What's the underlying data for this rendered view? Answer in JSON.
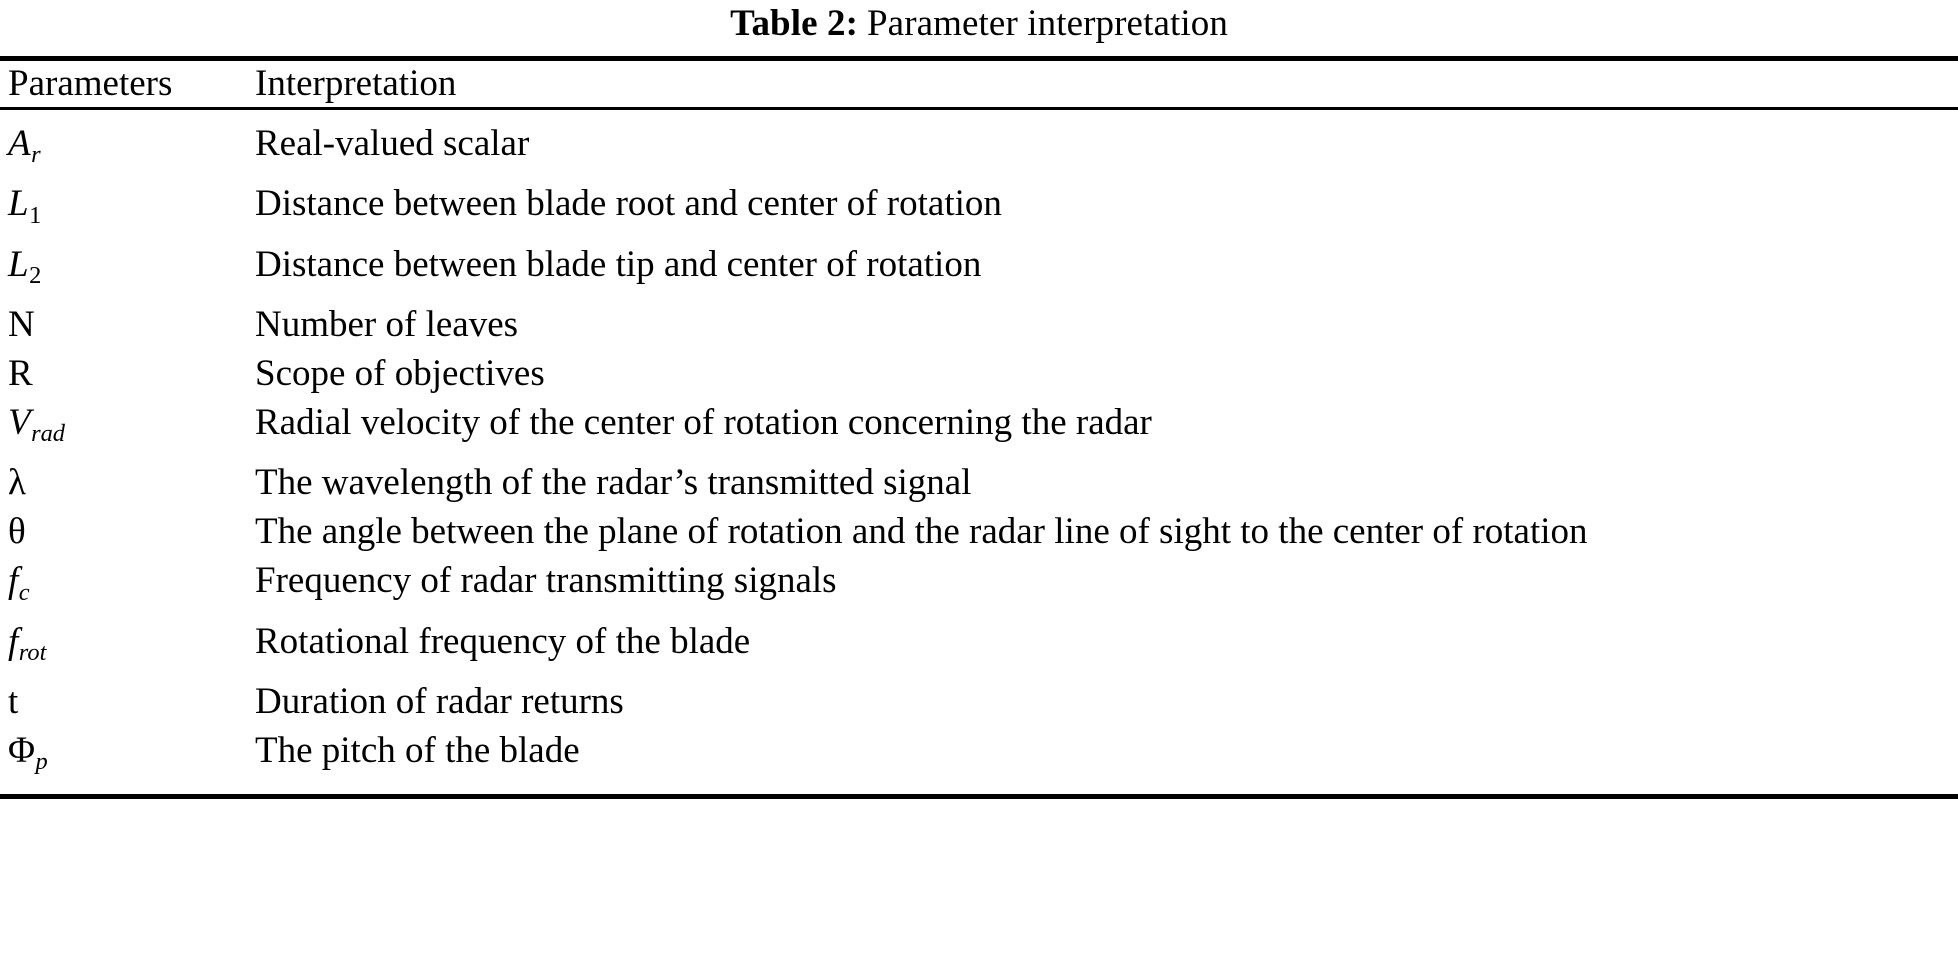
{
  "caption": {
    "label": "Table 2:",
    "text": "Parameter interpretation"
  },
  "columns": {
    "parameters": "Parameters",
    "interpretation": "Interpretation"
  },
  "rows": [
    {
      "symbol_plain": "A_r",
      "base": "A",
      "base_style": "italic",
      "sub": "r",
      "sub_style": "italic",
      "interpretation": "Real-valued scalar"
    },
    {
      "symbol_plain": "L_1",
      "base": "L",
      "base_style": "italic",
      "sub": "1",
      "sub_style": "upright",
      "interpretation": "Distance between blade root and center of rotation"
    },
    {
      "symbol_plain": "L_2",
      "base": "L",
      "base_style": "italic",
      "sub": "2",
      "sub_style": "upright",
      "interpretation": "Distance between blade tip and center of rotation"
    },
    {
      "symbol_plain": "N",
      "base": "N",
      "base_style": "upright",
      "sub": "",
      "sub_style": "upright",
      "interpretation": "Number of leaves"
    },
    {
      "symbol_plain": "R",
      "base": "R",
      "base_style": "upright",
      "sub": "",
      "sub_style": "upright",
      "interpretation": "Scope of objectives"
    },
    {
      "symbol_plain": "V_rad",
      "base": "V",
      "base_style": "italic",
      "sub": "rad",
      "sub_style": "italic",
      "interpretation": "Radial velocity of the center of rotation concerning the radar"
    },
    {
      "symbol_plain": "λ",
      "base": "λ",
      "base_style": "greek",
      "sub": "",
      "sub_style": "upright",
      "interpretation": "The wavelength of the radar’s transmitted signal"
    },
    {
      "symbol_plain": "θ",
      "base": "θ",
      "base_style": "greek",
      "sub": "",
      "sub_style": "upright",
      "interpretation": "The angle between the plane of rotation and the radar line of sight to the center of rotation"
    },
    {
      "symbol_plain": "f_c",
      "base": "f",
      "base_style": "italic",
      "sub": "c",
      "sub_style": "italic",
      "interpretation": "Frequency of radar transmitting signals"
    },
    {
      "symbol_plain": "f_rot",
      "base": "f",
      "base_style": "italic",
      "sub": "rot",
      "sub_style": "italic",
      "interpretation": "Rotational frequency of the blade"
    },
    {
      "symbol_plain": "t",
      "base": "t",
      "base_style": "upright",
      "sub": "",
      "sub_style": "upright",
      "interpretation": "Duration of radar returns"
    },
    {
      "symbol_plain": "Φ_p",
      "base": "Φ",
      "base_style": "greek",
      "sub": "p",
      "sub_style": "italic",
      "interpretation": "The pitch of the blade"
    }
  ],
  "colors": {
    "rule": "#000000",
    "text": "#000000",
    "background": "#ffffff"
  }
}
